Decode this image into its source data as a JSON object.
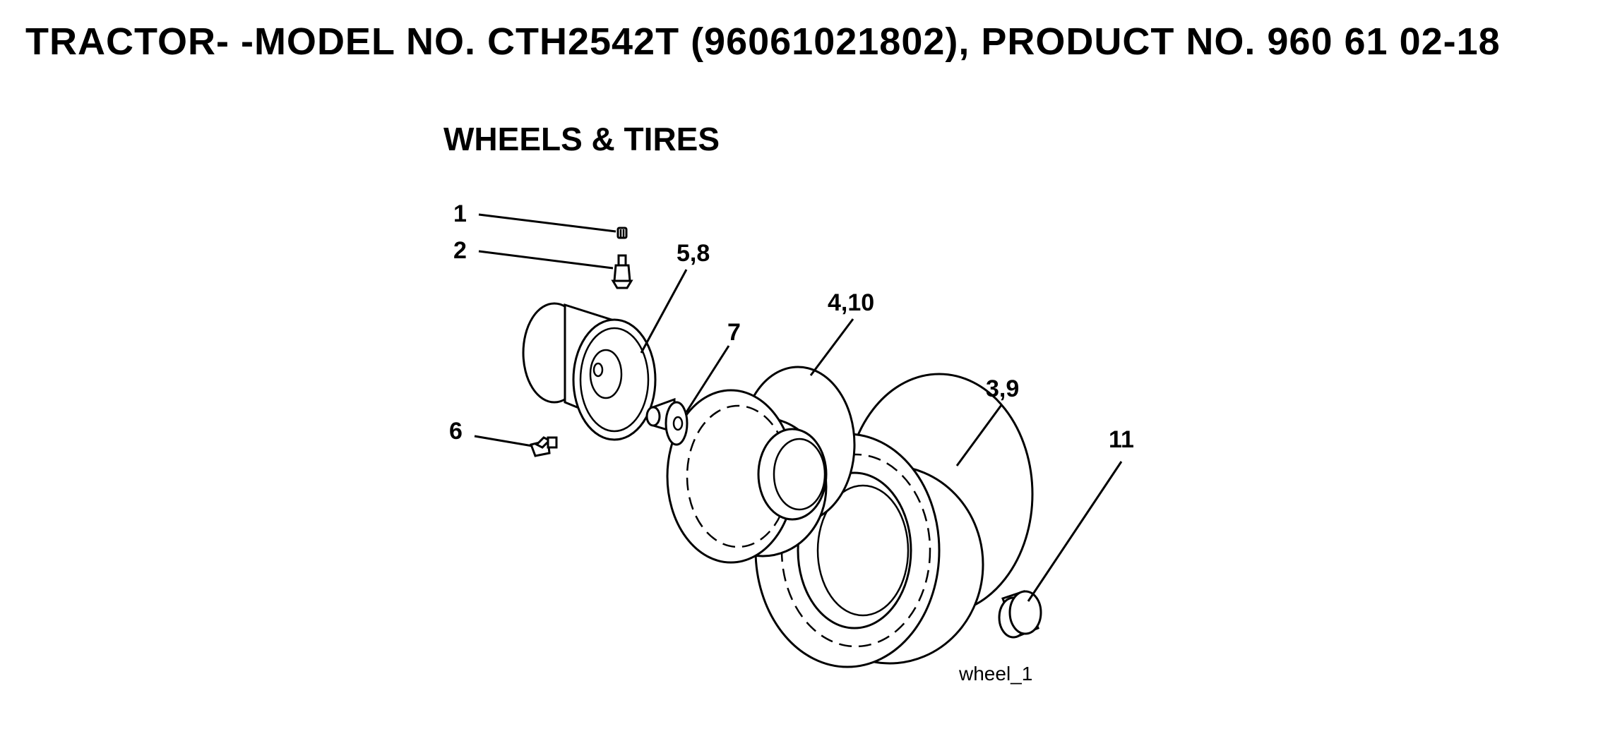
{
  "header": {
    "title": "TRACTOR- -MODEL NO. CTH2542T (96061021802), PRODUCT NO. 960 61 02-18"
  },
  "section": {
    "title": "WHEELS & TIRES"
  },
  "callouts": {
    "c1": "1",
    "c2": "2",
    "c58": "5,8",
    "c7": "7",
    "c410": "4,10",
    "c39": "3,9",
    "c6": "6",
    "c11": "11"
  },
  "figure": {
    "id": "wheel_1"
  },
  "icons": [
    "valve-cap-icon",
    "valve-stem-icon",
    "wheel-rim-icon",
    "bolt-icon",
    "bushing-icon",
    "tire-icon",
    "hub-cap-icon"
  ]
}
